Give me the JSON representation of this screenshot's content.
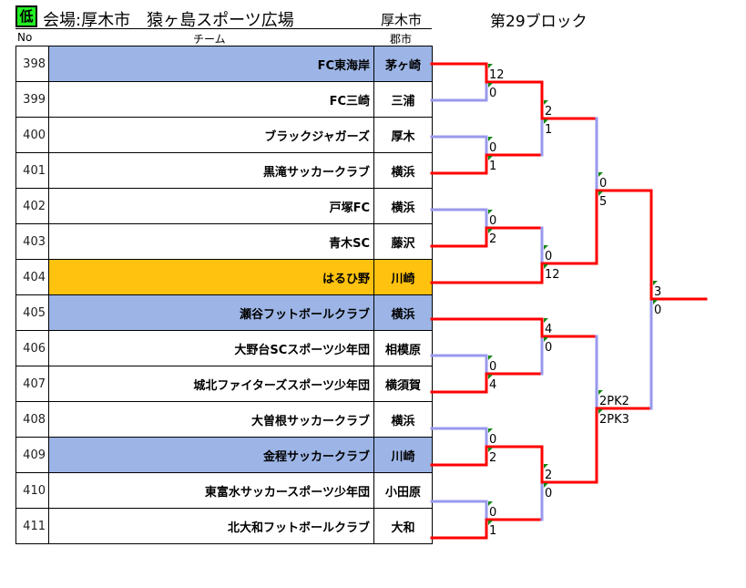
{
  "header": {
    "grade_badge": "低",
    "venue": "会場:厚木市　猿ヶ島スポーツ広場",
    "city": "厚木市",
    "block": "第29ブロック",
    "grade_color": "#22ee22"
  },
  "columns": {
    "no": "No",
    "team": "チーム",
    "city": "郡市"
  },
  "teams": [
    {
      "no": "398",
      "name": "FC東海岸",
      "city": "茅ヶ崎",
      "highlight": "blue"
    },
    {
      "no": "399",
      "name": "FC三崎",
      "city": "三浦",
      "highlight": ""
    },
    {
      "no": "400",
      "name": "ブラックジャガーズ",
      "city": "厚木",
      "highlight": ""
    },
    {
      "no": "401",
      "name": "黒滝サッカークラブ",
      "city": "横浜",
      "highlight": ""
    },
    {
      "no": "402",
      "name": "戸塚FC",
      "city": "横浜",
      "highlight": ""
    },
    {
      "no": "403",
      "name": "青木SC",
      "city": "藤沢",
      "highlight": ""
    },
    {
      "no": "404",
      "name": "はるひ野",
      "city": "川崎",
      "highlight": "orange"
    },
    {
      "no": "405",
      "name": "瀬谷フットボールクラブ",
      "city": "横浜",
      "highlight": "blue"
    },
    {
      "no": "406",
      "name": "大野台SCスポーツ少年団",
      "city": "相模原",
      "highlight": ""
    },
    {
      "no": "407",
      "name": "城北ファイターズスポーツ少年団",
      "city": "横須賀",
      "highlight": ""
    },
    {
      "no": "408",
      "name": "大曽根サッカークラブ",
      "city": "横浜",
      "highlight": ""
    },
    {
      "no": "409",
      "name": "金程サッカークラブ",
      "city": "川崎",
      "highlight": "blue"
    },
    {
      "no": "410",
      "name": "東富水サッカースポーツ少年団",
      "city": "小田原",
      "highlight": ""
    },
    {
      "no": "411",
      "name": "北大和フットボールクラブ",
      "city": "大和",
      "highlight": ""
    }
  ],
  "matches": [
    {
      "round": 1,
      "top": "12",
      "bottom": "0"
    },
    {
      "round": 1,
      "top": "0",
      "bottom": "1"
    },
    {
      "round": 1,
      "top": "0",
      "bottom": "2"
    },
    {
      "round": 1,
      "top": "0",
      "bottom": "4"
    },
    {
      "round": 1,
      "top": "0",
      "bottom": "2"
    },
    {
      "round": 1,
      "top": "0",
      "bottom": "1"
    },
    {
      "round": 2,
      "top": "2",
      "bottom": "1"
    },
    {
      "round": 2,
      "top": "0",
      "bottom": "12"
    },
    {
      "round": 2,
      "top": "4",
      "bottom": "0"
    },
    {
      "round": 2,
      "top": "2",
      "bottom": "0"
    },
    {
      "round": 3,
      "top": "0",
      "bottom": "5"
    },
    {
      "round": 3,
      "top": "2PK2",
      "bottom": "2PK3"
    },
    {
      "round": 4,
      "top": "3",
      "bottom": "0"
    }
  ],
  "colors": {
    "winner_line": "#ff0000",
    "loser_line": "#9999ee",
    "blue_row": "#9db5e6",
    "orange_row": "#ffc20e"
  }
}
